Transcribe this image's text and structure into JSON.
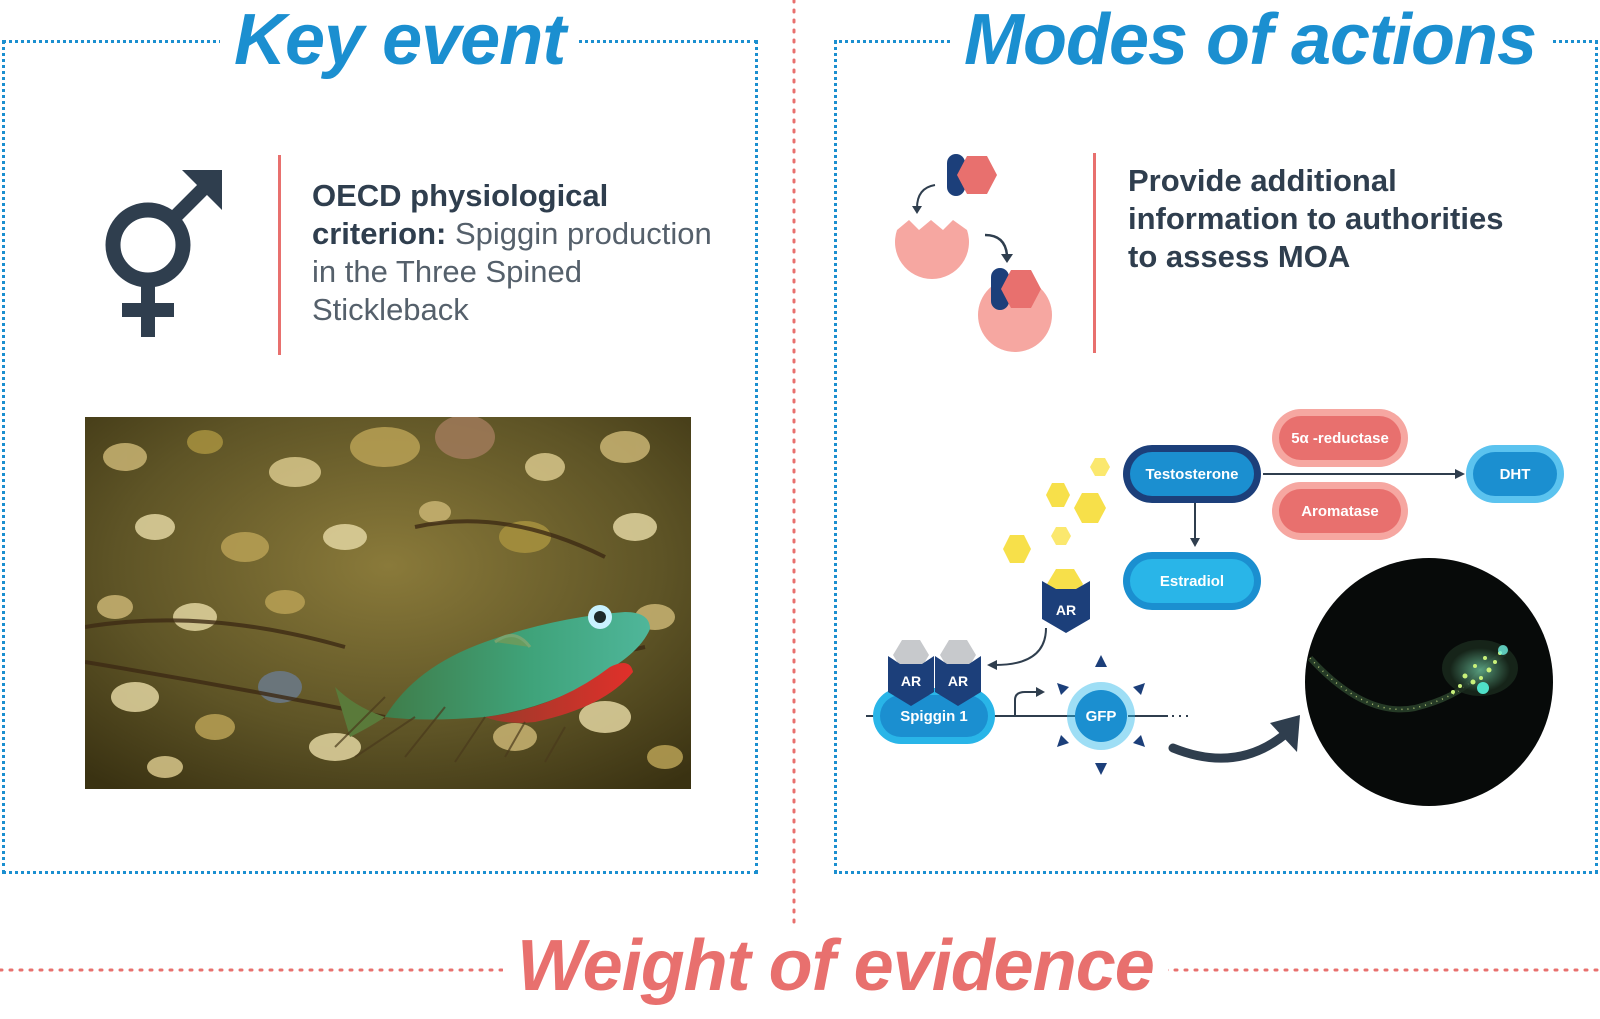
{
  "key_event": {
    "title": "Key event",
    "criterion_bold": "OECD physiological criterion:",
    "criterion_text": "Spiggin production in the Three Spined Stickleback"
  },
  "modes_of_action": {
    "title": "Modes of actions",
    "description": "Provide additional information to authorities to assess MOA"
  },
  "pathway": {
    "testosterone": "Testosterone",
    "reductase": "5α -reductase",
    "aromatase": "Aromatase",
    "dht": "DHT",
    "estradiol": "Estradiol",
    "ar_free": "AR",
    "ar_left": "AR",
    "ar_right": "AR",
    "spiggin": "Spiggin 1",
    "gfp": "GFP"
  },
  "footer": {
    "title": "Weight of evidence"
  },
  "colors": {
    "blue": "#1b8fd0",
    "red": "#e8706e",
    "dark_navy": "#1c3f7a",
    "light_blue": "#29b5e8",
    "pink_light": "#f6a7a1",
    "yellow": "#f7e04a",
    "text_dark": "#2f3e4e"
  }
}
